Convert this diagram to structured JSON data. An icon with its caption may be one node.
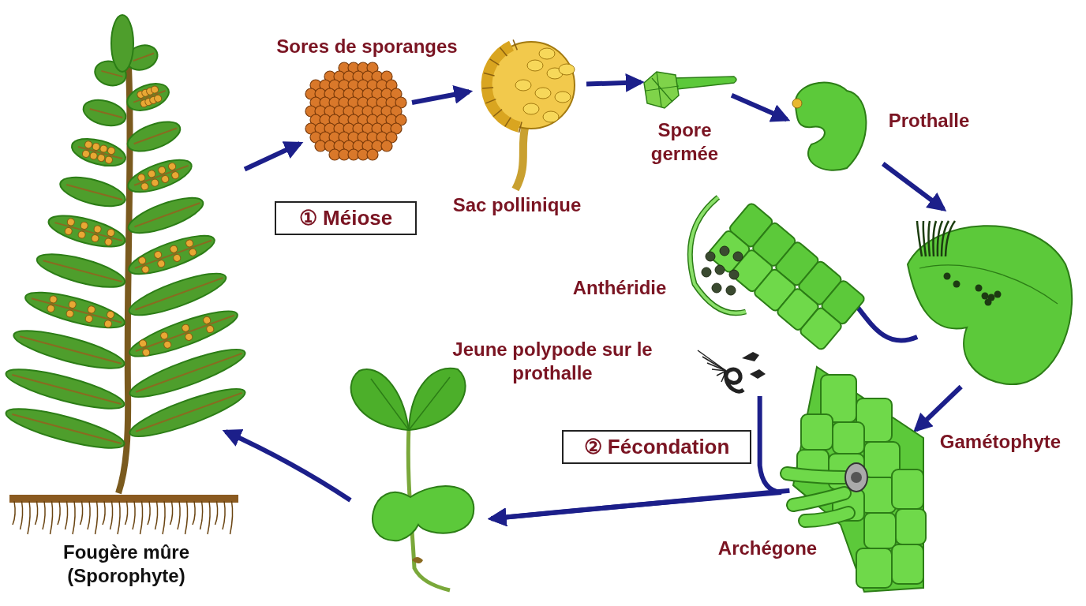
{
  "diagram": {
    "nodes": [
      {
        "text": [],
        "shape": "picture",
        "beside": [
          "Fougère mûre (Sporophyte)"
        ]
      },
      {
        "text": [],
        "shape": "picture",
        "beside": [
          "Sores de sporanges"
        ]
      },
      {
        "text": [],
        "shape": "picture",
        "beside": [
          "Sac pollinique"
        ]
      },
      {
        "text": [],
        "shape": "picture",
        "beside": [
          "Spore germée"
        ]
      },
      {
        "text": [],
        "shape": "picture",
        "beside": [
          "Prothalle"
        ]
      },
      {
        "text": [],
        "shape": "picture"
      },
      {
        "text": [],
        "shape": "picture",
        "beside": [
          "Anthéridie"
        ]
      },
      {
        "text": [],
        "shape": "picture"
      },
      {
        "text": [],
        "shape": "picture",
        "beside": [
          "Archégone"
        ]
      },
      {
        "text": [],
        "shape": "picture",
        "beside": [
          "Jeune polypode sur le prothalle"
        ]
      },
      {
        "text": [
          "① Méiose"
        ]
      },
      {
        "text": [
          "② Fécondation"
        ]
      }
    ],
    "edges": [
      {
        "from": 0,
        "to": 1,
        "arrow": "to"
      },
      {
        "from": 1,
        "to": 2,
        "arrow": "to"
      },
      {
        "from": 2,
        "to": 3,
        "arrow": "to"
      },
      {
        "from": 3,
        "to": 4,
        "arrow": "to"
      },
      {
        "from": 4,
        "to": 5,
        "arrow": "to"
      },
      {
        "from": 5,
        "to": 6,
        "arrow": "to"
      },
      {
        "from": 5,
        "to": 8,
        "arrow": "to"
      },
      {
        "from": 7,
        "to": 9,
        "arrow": "to"
      },
      {
        "from": 8,
        "to": 9,
        "arrow": "to"
      },
      {
        "from": 9,
        "to": 0,
        "arrow": "to"
      }
    ],
    "labels": [
      "Gamétophyte"
    ]
  }
}
